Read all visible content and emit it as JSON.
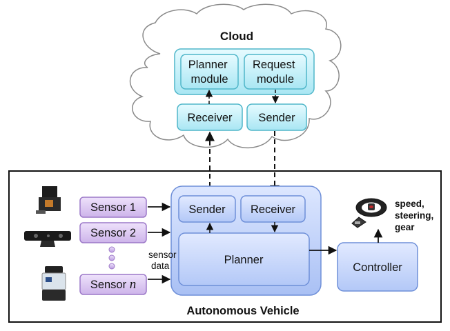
{
  "cloud": {
    "title": "Cloud",
    "planner_module": [
      "Planner",
      "module"
    ],
    "request_module": [
      "Request",
      "module"
    ],
    "receiver": "Receiver",
    "sender": "Sender"
  },
  "vehicle": {
    "title": "Autonomous Vehicle",
    "sender": "Sender",
    "receiver": "Receiver",
    "planner": "Planner"
  },
  "sensors": {
    "sensor1": "Sensor 1",
    "sensor2": "Sensor 2",
    "sensorN_prefix": "Sensor ",
    "sensorN_var": "n",
    "sensor_data": [
      "sensor",
      "data"
    ]
  },
  "controller": {
    "label": "Controller",
    "outputs": [
      "speed,",
      "steering,",
      "gear"
    ]
  },
  "colors": {
    "cloud_box": "#bfeef7",
    "cloud_box_stroke": "#4fb6c9",
    "vehicle_box": "#c9d8fb",
    "vehicle_box_stroke": "#6e8fd8",
    "sensor_box": "#dcc8f0",
    "sensor_box_stroke": "#9c78c8"
  }
}
